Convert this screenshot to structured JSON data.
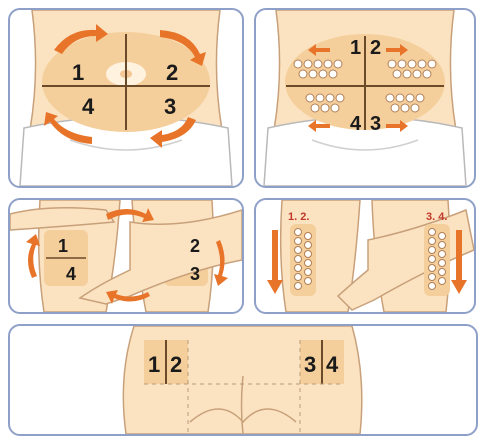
{
  "colors": {
    "skin": "#fbe3c2",
    "skin_shade": "#f3c796",
    "zone": "#f5cf9b",
    "zone_strong": "#eda65a",
    "arrow": "#e8742a",
    "outline": "#c8a07a",
    "frame": "#8fa0c8",
    "dots_fill": "#ffffff",
    "label_red": "#c0392b"
  },
  "panels": {
    "p1": {
      "q1": "1",
      "q2": "2",
      "q3": "3",
      "q4": "4"
    },
    "p2": {
      "q1": "1",
      "q2": "2",
      "q3": "3",
      "q4": "4"
    },
    "p3": {
      "q1": "1",
      "q2": "2",
      "q3": "3",
      "q4": "4"
    },
    "p4": {
      "left_label": "1. 2.",
      "right_label": "3. 4."
    },
    "p5": {
      "q1": "1",
      "q2": "2",
      "q3": "3",
      "q4": "4"
    }
  }
}
